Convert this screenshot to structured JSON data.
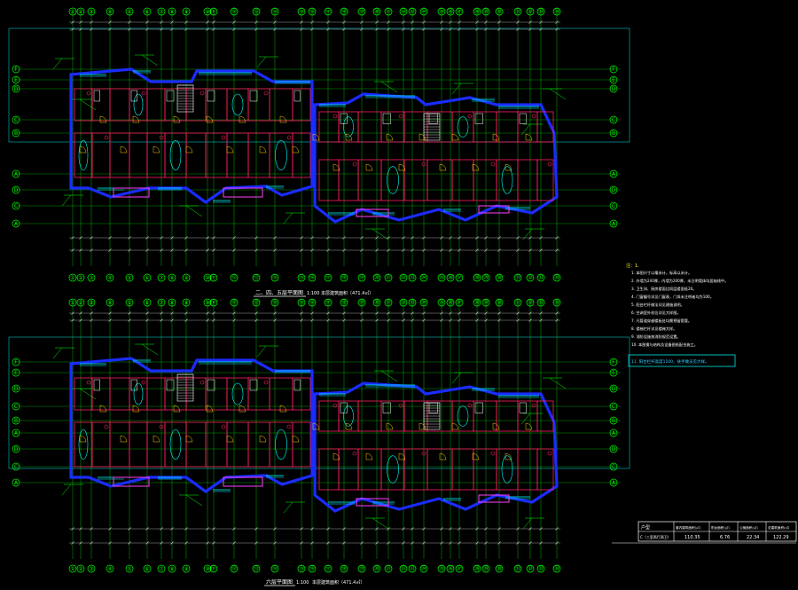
{
  "plans": [
    {
      "id": "upper",
      "title": "二、四、五层平面图",
      "scale": "1:100",
      "note": "本层建筑面积（471.4㎡）"
    },
    {
      "id": "lower",
      "title": "六层平面图",
      "scale": "1:100",
      "note": "本层建筑面积（471.4㎡）"
    }
  ],
  "notes": {
    "heading": "注：1.",
    "lines": [
      "1. 本图尺寸以毫米计，标高以米计。",
      "2. 外墙为240厚，内墙为200厚，未注明墙体均居轴线中。",
      "3. 卫生间、厨房楼面比同层楼面低20。",
      "4. 门窗编号详见门窗表，门垛未注明者均为100。",
      "5. 阳台栏杆做法详见建施说明。",
      "6. 空调室外机位详见大样图。",
      "7. 凡管道穿越楼板处均需预留套管。",
      "8. 楼梯栏杆详见楼梯大样。",
      "9. 消防设施按消防规范设置。",
      "10. 本图需与结构及设备图纸配合施工。"
    ],
    "last_line": "11. 阳台栏杆高度1100，扶手做法见大样。"
  },
  "area_table": {
    "headers": [
      "户型",
      "套内建筑面积(㎡)",
      "阳台面积(㎡)",
      "公摊面积(㎡)",
      "总建筑面积(㎡)"
    ],
    "rows": [
      [
        "C（三室两厅两卫）",
        "110.35",
        "6.76",
        "22.34",
        "122.29"
      ]
    ]
  },
  "axes": {
    "top": [
      "①",
      "②",
      "③",
      "④",
      "⑤",
      "⑥",
      "⑦",
      "⑧",
      "⑨",
      "⑩",
      "⑪",
      "⑫",
      "⑬",
      "⑭",
      "⑮",
      "⑯",
      "⑰",
      "⑱",
      "⑲",
      "⑳",
      "㉑",
      "㉒",
      "㉓",
      "㉔",
      "㉕",
      "㉖",
      "㉗",
      "㉘",
      "㉙",
      "㉚",
      "㉛",
      "㉜",
      "㉝",
      "㉞",
      "㉟",
      "㊱",
      "㊲",
      "㊳"
    ],
    "left": [
      "F",
      "E",
      "D",
      "C",
      "B",
      "A"
    ],
    "right": [
      "F",
      "E",
      "D",
      "C",
      "B",
      "A"
    ]
  },
  "colors": {
    "background": "#000000",
    "wall": "#1a2cff",
    "axis": "#00ff00",
    "room": "#ff2060",
    "window": "#00ffff",
    "door": "#ffcc00",
    "dimension": "#cccccc",
    "frame": "#00e6e6"
  }
}
